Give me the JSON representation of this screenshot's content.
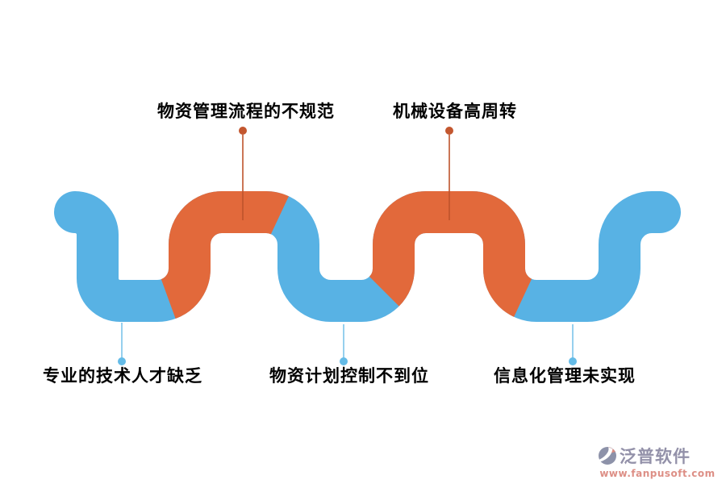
{
  "diagram": {
    "colors": {
      "wave_blue": "#58B2E4",
      "wave_orange": "#E2693B",
      "leader_orange_line": "#BE532C",
      "leader_orange_dot": "#C3572F",
      "leader_blue_line": "#7CC5EA",
      "leader_blue_dot": "#64BBE7",
      "label_text": "#000000"
    },
    "top_labels": [
      {
        "text": "物资管理流程的不规范"
      },
      {
        "text": "机械设备高周转"
      }
    ],
    "bottom_labels": [
      {
        "text": "专业的技术人才缺乏"
      },
      {
        "text": "物资计划控制不到位"
      },
      {
        "text": "信息化管理未实现"
      }
    ]
  },
  "watermark": {
    "brand": "泛普软件",
    "url": "www.fanpusoft.com",
    "brand_color": "#9391A9",
    "url_color": "#DD8F86",
    "icon_color": "#8D92A9",
    "icon_accent": "#D98C82"
  }
}
